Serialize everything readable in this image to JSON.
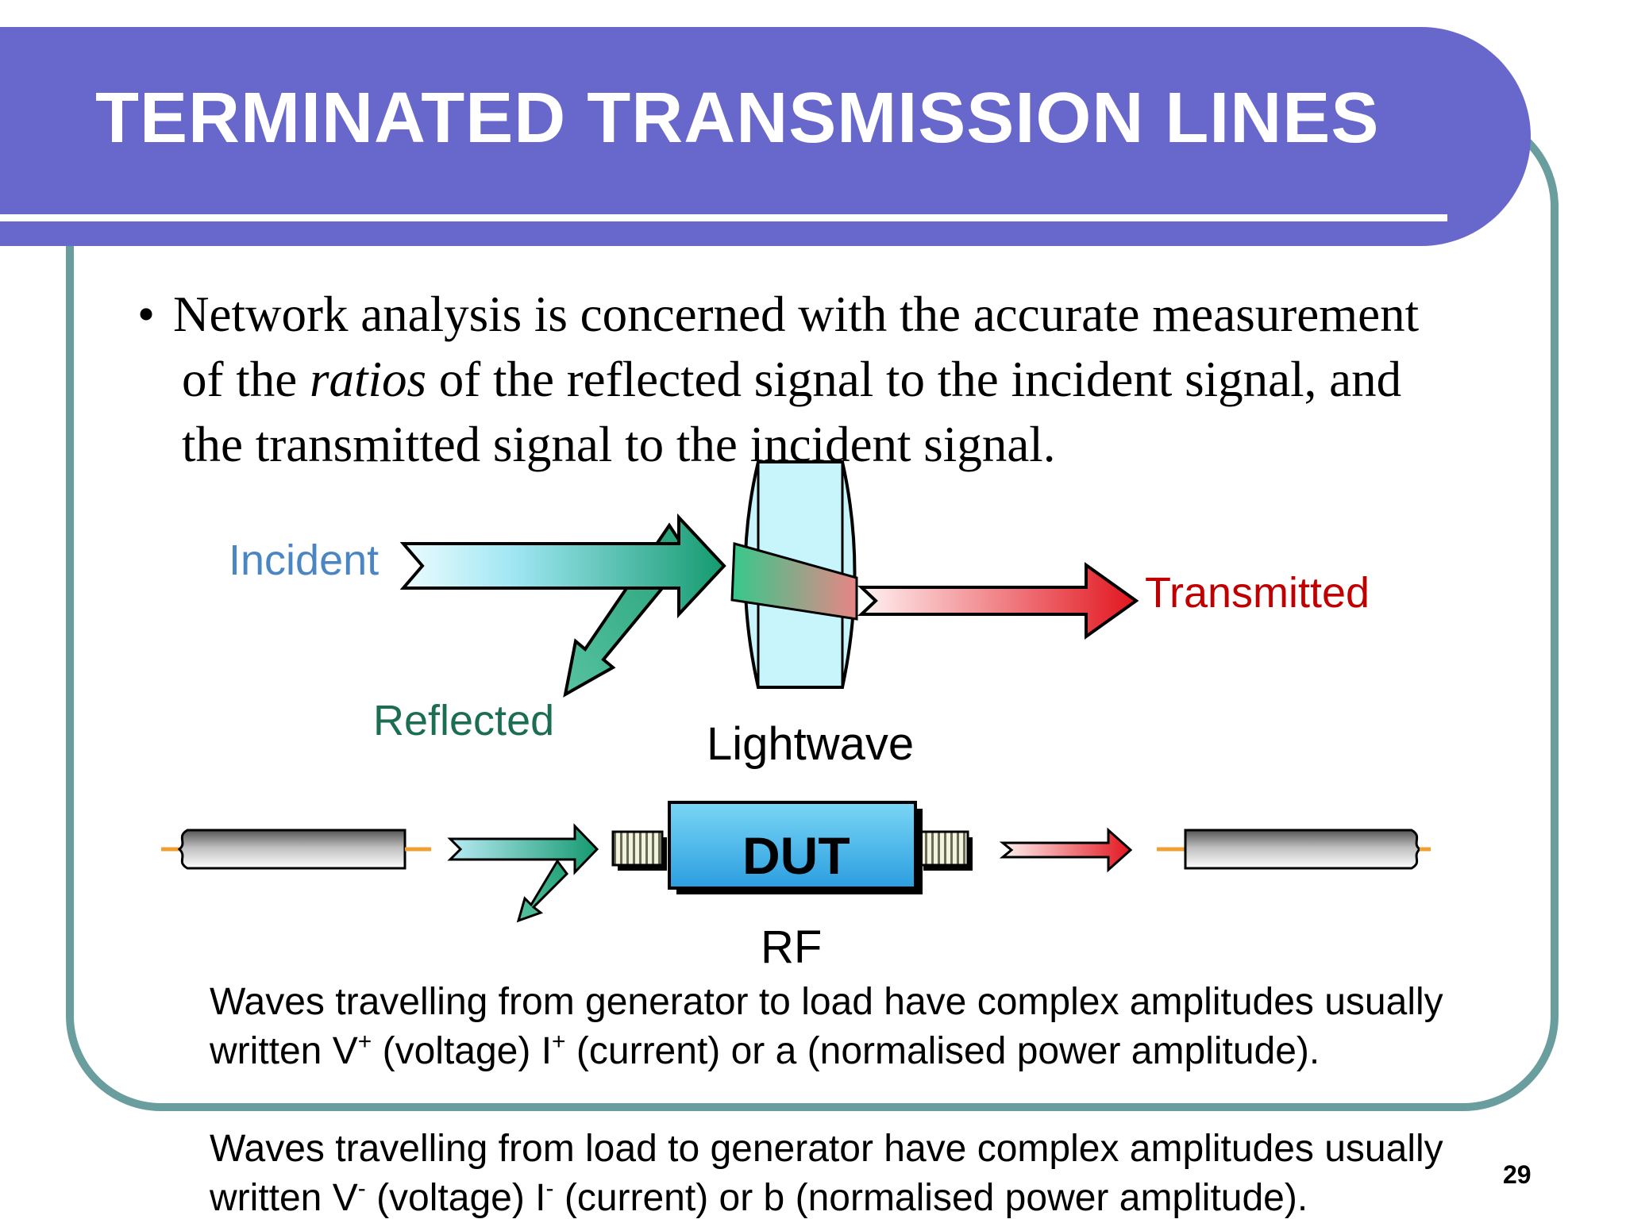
{
  "title": "TERMINATED TRANSMISSION LINES",
  "bullet": {
    "marker": "•",
    "line1": "Network analysis is concerned with the accurate measurement",
    "line2_pre": "of the ",
    "line2_em": "ratios",
    "line2_post": " of the reflected signal to the incident signal, and",
    "line3": "the transmitted signal to the incident signal."
  },
  "diagram": {
    "incident_label": "Incident",
    "reflected_label": "Reflected",
    "transmitted_label": "Transmitted",
    "lightwave_label": "Lightwave",
    "dut_label": "DUT",
    "rf_label": "RF"
  },
  "paragraph1": {
    "line1": "Waves travelling from generator to load have complex amplitudes usually",
    "l2_a": "written V",
    "l2_sup1": "+",
    "l2_b": " (voltage) I",
    "l2_sup2": "+",
    "l2_c": " (current) or a (normalised power amplitude)."
  },
  "paragraph2": {
    "line1": "Waves travelling from load to generator have complex amplitudes usually",
    "l2_a": "written V",
    "l2_sup1": "-",
    "l2_b": " (voltage) I",
    "l2_sup2": "-",
    "l2_c": " (current) or b (normalised power amplitude)."
  },
  "page_number": "29",
  "colors": {
    "title_band": "#6868cc",
    "frame": "#6a9e9e",
    "incident": "#4a85c4",
    "reflected": "#1c6e52",
    "transmitted": "#c00000"
  }
}
